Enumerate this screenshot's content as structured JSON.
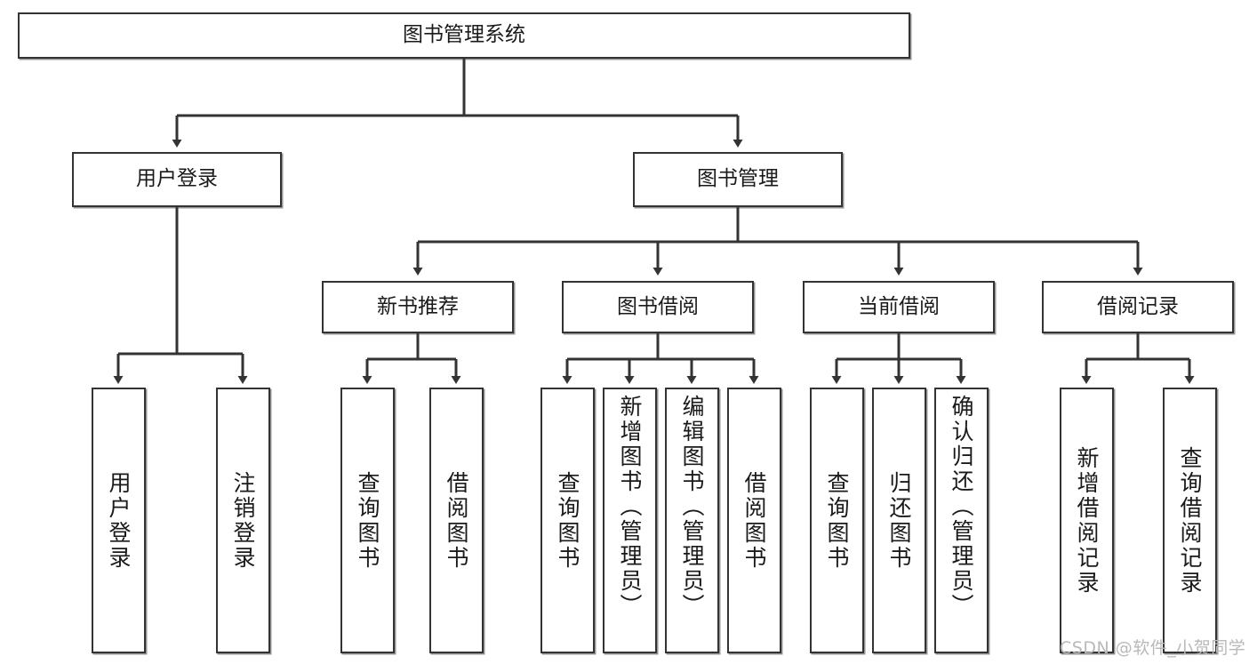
{
  "diagram": {
    "title": "图书管理系统",
    "type": "tree-hierarchy-diagram",
    "colors": {
      "box_border": "#333333",
      "box_fill": "#ffffff",
      "edge": "#333333",
      "text": "#1a1a1a",
      "watermark": "#b9b9b9",
      "background": "#ffffff"
    },
    "root": {
      "label": "图书管理系统"
    },
    "level2": [
      {
        "label": "用户登录"
      },
      {
        "label": "图书管理"
      }
    ],
    "level3": [
      {
        "label": "新书推荐"
      },
      {
        "label": "图书借阅"
      },
      {
        "label": "当前借阅"
      },
      {
        "label": "借阅记录"
      }
    ],
    "leaves_user_login": [
      {
        "label": "用户登录"
      },
      {
        "label": "注销登录"
      }
    ],
    "leaves_new_book": [
      {
        "label": "查询图书"
      },
      {
        "label": "借阅图书"
      }
    ],
    "leaves_borrow": [
      {
        "label": "查询图书"
      },
      {
        "label": "新增图书（管理员）"
      },
      {
        "label": "编辑图书（管理员）"
      },
      {
        "label": "借阅图书"
      }
    ],
    "leaves_current": [
      {
        "label": "查询图书"
      },
      {
        "label": "归还图书"
      },
      {
        "label": "确认归还（管理员）"
      }
    ],
    "leaves_records": [
      {
        "label": "新增借阅记录"
      },
      {
        "label": "查询借阅记录"
      }
    ],
    "watermark": "CSDN @软件_小贺同学"
  }
}
